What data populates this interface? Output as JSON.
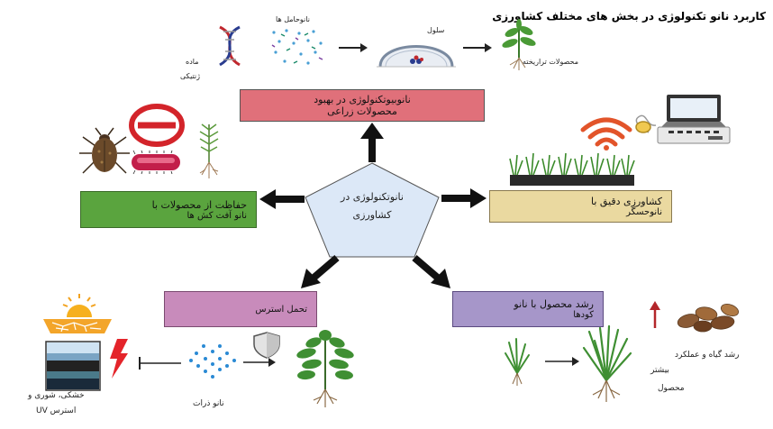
{
  "title": "کاربرد نانو تکنولوژی در بخش های مختلف  کشاورزی",
  "top_row": {
    "genetic_material": [
      "ماده",
      "ژنتیکی"
    ],
    "nanocarriers": "نانوحامل ها",
    "cell": "سلول",
    "transgenic": "محصولات تراریخته"
  },
  "center": {
    "line1": "نانوتکنولوژی در",
    "line2": "کشاورزی"
  },
  "boxes": {
    "biotech": {
      "line1": "نانوبیوتکنولوژی در بهبود",
      "line2": "محصولات زراعی"
    },
    "protection": {
      "line1": "حفاظت از محصولات با",
      "line2": "نانو آفت کش ها"
    },
    "precision": {
      "line1": "کشاورزی دقیق با",
      "line2": "نانوحسگر"
    },
    "stress": {
      "line1": "تحمل استرس"
    },
    "growth": {
      "line1": "رشد محصول با نانو",
      "line2": "کودها"
    }
  },
  "bottom_left": {
    "stress_label": [
      "خشکی، شوری و",
      "استرس UV"
    ],
    "nanoparticles": "نانو ذرات"
  },
  "bottom_right": {
    "yield": [
      "رشد گیاه و عملکرد",
      "بیشتر",
      "محصول"
    ]
  },
  "colors": {
    "biotech": "#e0707a",
    "protection": "#5aa43e",
    "precision": "#ead9a0",
    "stress": "#c88bbb",
    "growth": "#a696c9",
    "center": "#dce8f7"
  }
}
